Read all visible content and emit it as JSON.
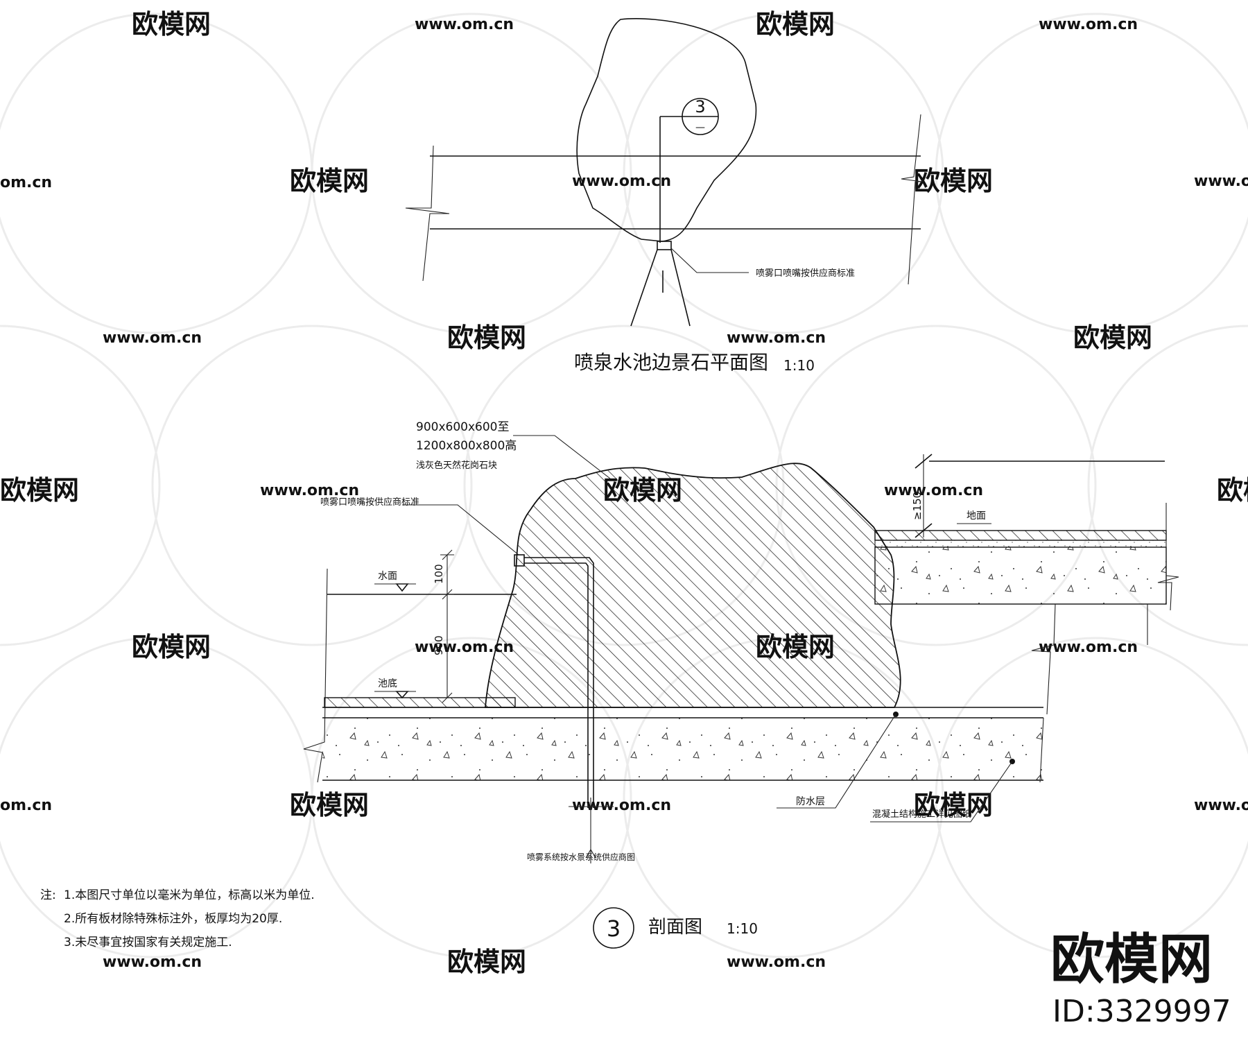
{
  "plan": {
    "title": "喷泉水池边景石平面图",
    "scale": "1:10",
    "callout_number": "3",
    "callout_sub": "—",
    "nozzle_note": "喷雾口喷嘴按供应商标准"
  },
  "section": {
    "title": "剖面图",
    "scale": "1:10",
    "callout_number": "3",
    "stone_spec_line1": "900x600x600至",
    "stone_spec_line2": "1200x800x800高",
    "stone_spec_line3": "浅灰色天然花岗石块",
    "nozzle_note": "喷雾口喷嘴按供应商标准",
    "water_surface": "水面",
    "pool_bottom": "池底",
    "ground": "地面",
    "dim_100": "100",
    "dim_900": "900",
    "dim_150": "≥150",
    "waterproof": "防水层",
    "concrete_note": "混凝土结构施工详见图纸",
    "pipe_note": "喷雾系统按水景系统供应商图"
  },
  "notes": {
    "label": "注:",
    "items": [
      "1.本图尺寸单位以毫米为单位，标高以米为单位.",
      "2.所有板材除特殊标注外，板厚均为20厚.",
      "3.未尽事宜按国家有关规定施工."
    ]
  },
  "watermark": {
    "brand": "欧模网",
    "url": "www.om.cn",
    "url_partial": "om.cn",
    "brand_partial": "欧模网",
    "logo_text": "欧模网",
    "id_text": "ID:3329997"
  }
}
